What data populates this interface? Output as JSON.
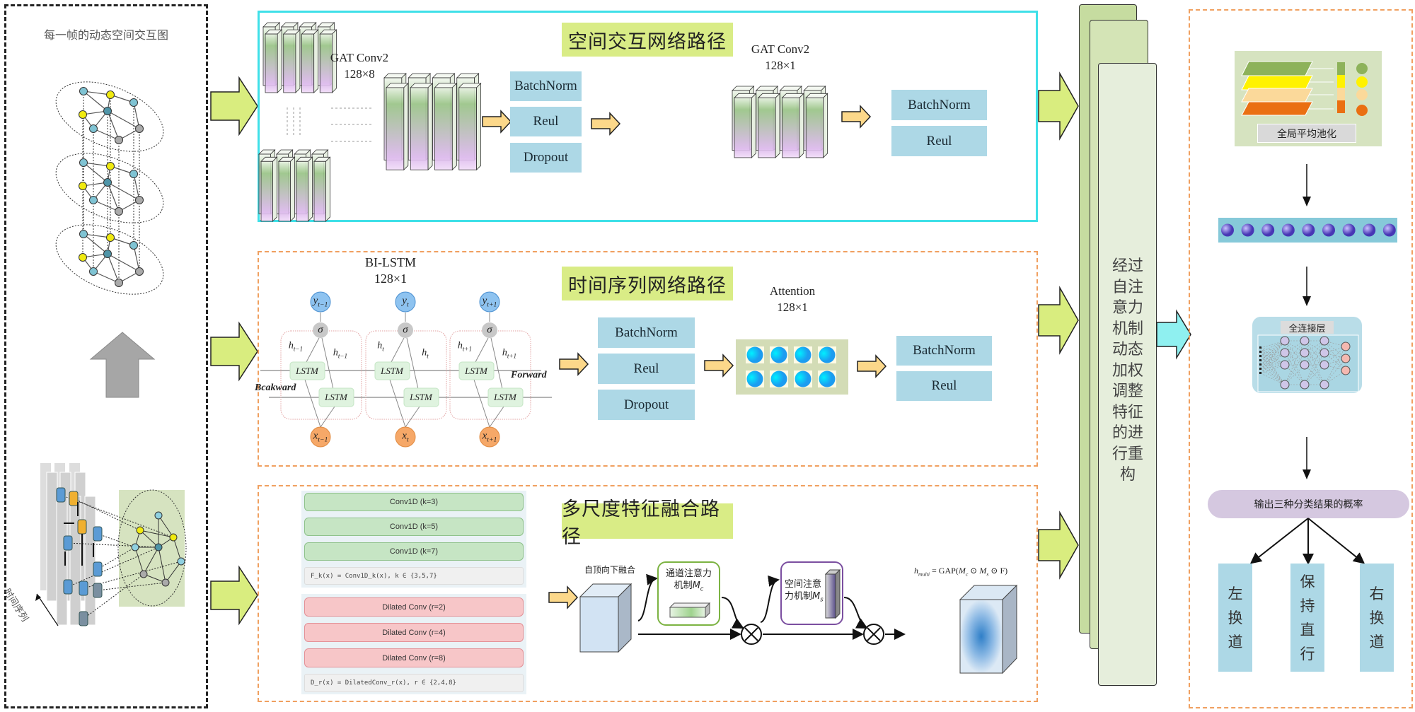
{
  "left_panel": {
    "title": "每一帧的动态空间交互图",
    "time_label": "时间序列"
  },
  "spatial_path": {
    "title": "空间交互网络路径",
    "gat1": {
      "name": "GAT Conv2",
      "dim": "128×8"
    },
    "layers1": [
      "BatchNorm",
      "Reul",
      "Dropout"
    ],
    "gat2": {
      "name": "GAT Conv2",
      "dim": "128×1"
    },
    "layers2": [
      "BatchNorm",
      "Reul"
    ]
  },
  "temporal_path": {
    "title": "时间序列网络路径",
    "bilstm": {
      "name": "BI-LSTM",
      "dim": "128×1"
    },
    "lstm_label": "LSTM",
    "sigma": "σ",
    "forward": "Forward",
    "backward": "Bcakward",
    "cells": [
      {
        "y": "y",
        "x": "x",
        "h": "h",
        "sub": "t−1"
      },
      {
        "y": "y",
        "x": "x",
        "h": "h",
        "sub": "t"
      },
      {
        "y": "y",
        "x": "x",
        "h": "h",
        "sub": "t+1"
      }
    ],
    "layers1": [
      "BatchNorm",
      "Reul",
      "Dropout"
    ],
    "attention": {
      "name": "Attention",
      "dim": "128×1"
    },
    "layers2": [
      "BatchNorm",
      "Reul"
    ]
  },
  "multiscale_path": {
    "title": "多尺度特征融合路径",
    "conv_blocks": [
      "Conv1D (k=3)",
      "Conv1D (k=5)",
      "Conv1D (k=7)"
    ],
    "conv_formula": "F_k(x) = Conv1D_k(x), k ∈ {3,5,7}",
    "dilated_blocks": [
      "Dilated Conv (r=2)",
      "Dilated Conv (r=4)",
      "Dilated Conv (r=8)"
    ],
    "dilated_formula": "D_r(x) = DilatedConv_r(x), r ∈ {2,4,8}",
    "fusion_label": "自顶向下融合",
    "channel_attention": {
      "line1": "通道注意力",
      "line2": "机制",
      "symbol": "M",
      "sub": "c"
    },
    "spatial_attention": {
      "line1": "空间注意",
      "line2": "力机制",
      "symbol": "M",
      "sub": "s"
    },
    "formula": {
      "lhs": "h",
      "lhs_sub": "multi",
      "mid": " = GAP(",
      "m1": "M",
      "m1_sub": "c",
      "op1": " ⊙ ",
      "m2": "M",
      "m2_sub": "s",
      "tail": " ⊙ F)"
    }
  },
  "fusion": {
    "text": "经过自注意力机制动态加权调整特征的进行重构"
  },
  "classifier": {
    "gap_label": "全局平均池化",
    "fc_label": "全连接层",
    "output_label": "输出三种分类结果的概率",
    "classes": [
      "左换道",
      "保持直行",
      "右换道"
    ]
  },
  "colors": {
    "path_title_bg": "#d9ec86",
    "layer_bg": "#add8e6",
    "block_arrow": "#d9ed7f",
    "small_arrow": "#fcd88a",
    "output_arrow": "#8ff0f0",
    "spatial_border": "#3fe0e8",
    "dashed_border": "#f0a060",
    "fusion_stack": "#c6dca0",
    "output_pill": "#d5c8e0"
  }
}
